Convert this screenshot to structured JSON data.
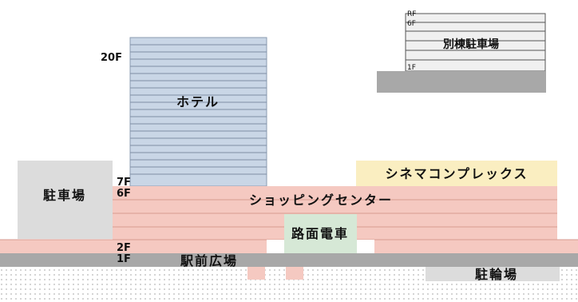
{
  "labels": {
    "hotel": "ホテル",
    "hotel_top_floor": "20F",
    "annex_parking": "別棟駐車場",
    "annex_roof": "RF",
    "annex_top_floor": "6F",
    "annex_ground_floor": "1F",
    "cinema_complex": "シネマコンプレックス",
    "parking": "駐車場",
    "shopping_center": "ショッピングセンター",
    "floor_7f": "7F",
    "floor_6f": "6F",
    "floor_2f": "2F",
    "floor_1f": "1F",
    "tram": "路面電車",
    "station_plaza": "駅前広場",
    "bicycle_parking": "駐輪場"
  },
  "colors": {
    "hotel": "#c9d6e6",
    "shopping": "#f5c9c1",
    "cinema": "#faeec1",
    "parking": "#dcdcdc",
    "tram": "#d6e8d6",
    "ground": "#a8a8a8",
    "annex": "#f0f0f0"
  }
}
